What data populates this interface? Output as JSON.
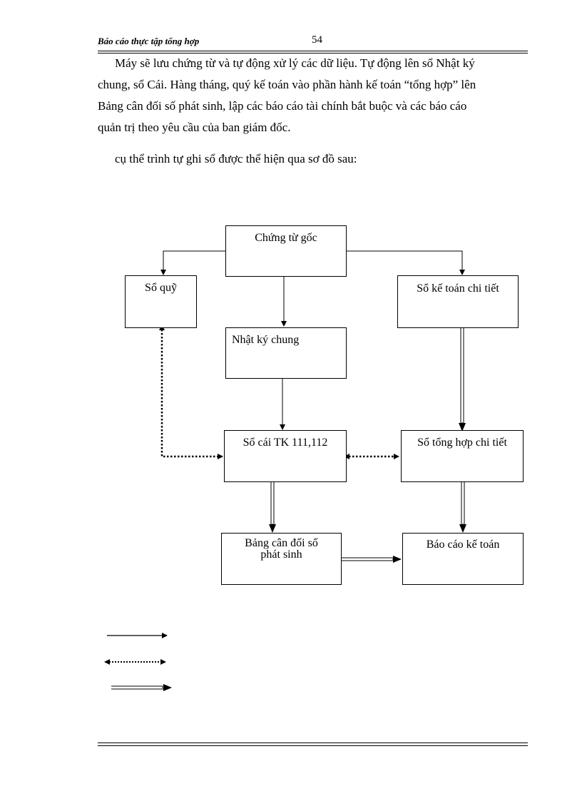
{
  "header": {
    "title": "Báo cáo thực tập tổng hợp",
    "page_number": "54"
  },
  "paragraphs": {
    "p1_lines": [
      "Máy sẽ lưu chứng từ và tự động xử lý các dữ liệu. Tự động lên sổ Nhật ký",
      "chung, sổ Cái. Hàng tháng, quý kế toán vào phần hành kế toán “tổng hợp” lên",
      "Bảng cân đối số phát sinh, lập các báo cáo tài chính bắt buộc và các báo cáo",
      "quản trị theo yêu cầu của ban giám đốc."
    ],
    "p2": "cụ thể trình tự ghi sổ được thể hiện qua sơ đồ sau:"
  },
  "diagram": {
    "nodes": {
      "chung_tu_goc": "Chứng từ gốc",
      "so_quy": "Sổ quỹ",
      "so_ke_toan_chi_tiet": "Sổ kế toán chi tiết",
      "nhat_ky_chung": "Nhật ký chung",
      "so_cai": "Sổ cái TK 111,112",
      "so_tong_hop_chi_tiet": "Sổ tổng hợp chi tiết",
      "bang_can_doi_line1": "Bảng cân đối số",
      "bang_can_doi_line2": "phát sinh",
      "bao_cao_ke_toan": "Báo cáo kế toán"
    },
    "legend": [
      "solid-arrow",
      "dotted-double-arrow",
      "double-line-arrow"
    ]
  }
}
